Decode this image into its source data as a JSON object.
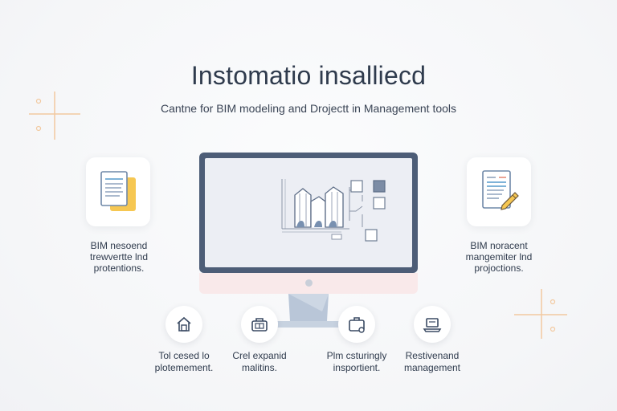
{
  "header": {
    "title": "Instomatio insalliecd",
    "subtitle": "Cantne for BIM modeling and Drojectt in Management tools"
  },
  "left_card": {
    "icon": "document-stack-icon",
    "lines": [
      "BIM nesoend",
      "trewvertte lnd",
      "protentions."
    ]
  },
  "right_card": {
    "icon": "document-pencil-icon",
    "lines": [
      "BIM noracent",
      "mangemiter lnd",
      "projoctions."
    ]
  },
  "monitor": {
    "content": "bim-building-diagram"
  },
  "tools": [
    {
      "icon": "home-icon",
      "lines": [
        "Tol cesed lo",
        "plotemement."
      ]
    },
    {
      "icon": "toolbox-icon",
      "lines": [
        "Crel expanid",
        "malitins."
      ]
    },
    {
      "icon": "briefcase-icon",
      "lines": [
        "Plm csturingly",
        "insportient."
      ]
    },
    {
      "icon": "laptop-icon",
      "lines": [
        "Restivenand",
        "management"
      ]
    }
  ],
  "colors": {
    "monitor_frame": "#4d5d77",
    "accent_orange": "#f2c38a",
    "accent_blue": "#7fb3d8",
    "accent_yellow": "#f6c752",
    "text": "#2f3b4d"
  }
}
